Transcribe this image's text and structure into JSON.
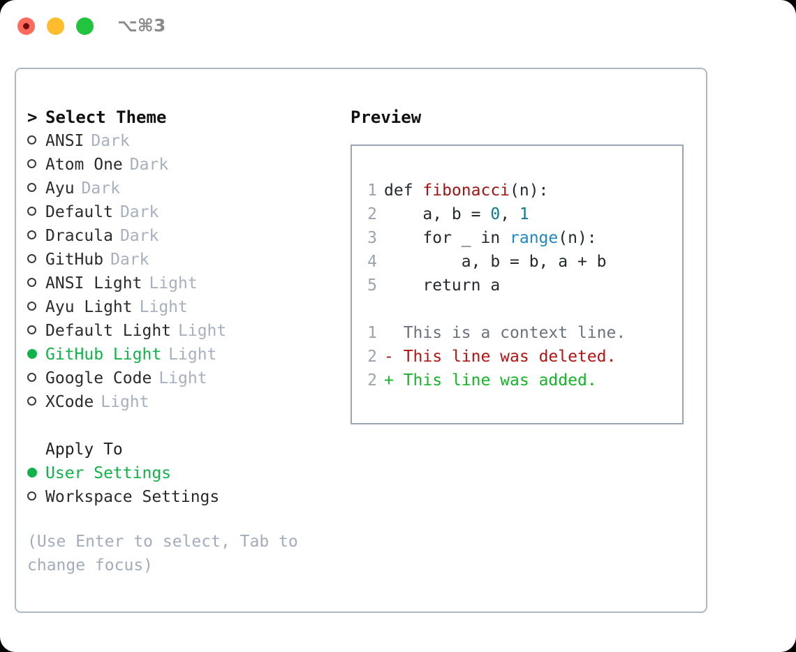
{
  "titlebar": {
    "shortcut": "⌥⌘3",
    "lights": [
      "close-red",
      "minimize-yellow",
      "maximize-green"
    ]
  },
  "theme_panel": {
    "header": {
      "marker": ">",
      "label": "Select Theme"
    },
    "items": [
      {
        "marker": "○",
        "name": "ANSI",
        "kind": "Dark",
        "selected": false
      },
      {
        "marker": "○",
        "name": "Atom One",
        "kind": "Dark",
        "selected": false
      },
      {
        "marker": "○",
        "name": "Ayu",
        "kind": "Dark",
        "selected": false
      },
      {
        "marker": "○",
        "name": "Default",
        "kind": "Dark",
        "selected": false
      },
      {
        "marker": "○",
        "name": "Dracula",
        "kind": "Dark",
        "selected": false
      },
      {
        "marker": "○",
        "name": "GitHub",
        "kind": "Dark",
        "selected": false
      },
      {
        "marker": "○",
        "name": "ANSI Light",
        "kind": "Light",
        "selected": false
      },
      {
        "marker": "○",
        "name": "Ayu Light",
        "kind": "Light",
        "selected": false
      },
      {
        "marker": "○",
        "name": "Default Light",
        "kind": "Light",
        "selected": false
      },
      {
        "marker": "●",
        "name": "GitHub Light",
        "kind": "Light",
        "selected": true
      },
      {
        "marker": "○",
        "name": "Google Code",
        "kind": "Light",
        "selected": false
      },
      {
        "marker": "○",
        "name": "XCode",
        "kind": "Light",
        "selected": false
      }
    ],
    "apply_to": {
      "title": "Apply To",
      "options": [
        {
          "marker": "●",
          "label": "User Settings",
          "selected": true
        },
        {
          "marker": "○",
          "label": "Workspace Settings",
          "selected": false
        }
      ]
    },
    "hint": "(Use Enter to select, Tab to change focus)"
  },
  "preview": {
    "title": "Preview",
    "code_lines": [
      {
        "no": "1",
        "segments": [
          {
            "text": "def ",
            "style": "plain"
          },
          {
            "text": "fibonacci",
            "style": "func"
          },
          {
            "text": "(n):",
            "style": "plain"
          }
        ]
      },
      {
        "no": "2",
        "segments": [
          {
            "text": "    a, b = ",
            "style": "plain"
          },
          {
            "text": "0",
            "style": "num"
          },
          {
            "text": ", ",
            "style": "plain"
          },
          {
            "text": "1",
            "style": "num"
          }
        ]
      },
      {
        "no": "3",
        "segments": [
          {
            "text": "    for _ in ",
            "style": "plain"
          },
          {
            "text": "range",
            "style": "call"
          },
          {
            "text": "(n):",
            "style": "plain"
          }
        ]
      },
      {
        "no": "4",
        "segments": [
          {
            "text": "        a, b = b, a + b",
            "style": "plain"
          }
        ]
      },
      {
        "no": "5",
        "segments": [
          {
            "text": "    return a",
            "style": "plain"
          }
        ]
      }
    ],
    "diff_lines": [
      {
        "no": "1",
        "sign": "  ",
        "text": "This is a context line.",
        "style": "ctx"
      },
      {
        "no": "2",
        "sign": "- ",
        "text": "This line was deleted.",
        "style": "del"
      },
      {
        "no": "2",
        "sign": "+ ",
        "text": "This line was added.",
        "style": "add"
      }
    ]
  },
  "colors": {
    "accent_green": "#12b24a",
    "diff_added": "#16b428",
    "diff_deleted": "#b31414",
    "syntax_function": "#a31515",
    "syntax_number": "#0c7b8a",
    "syntax_call": "#1e88c7",
    "muted": "#a7b0be",
    "border": "#aeb7c4"
  }
}
